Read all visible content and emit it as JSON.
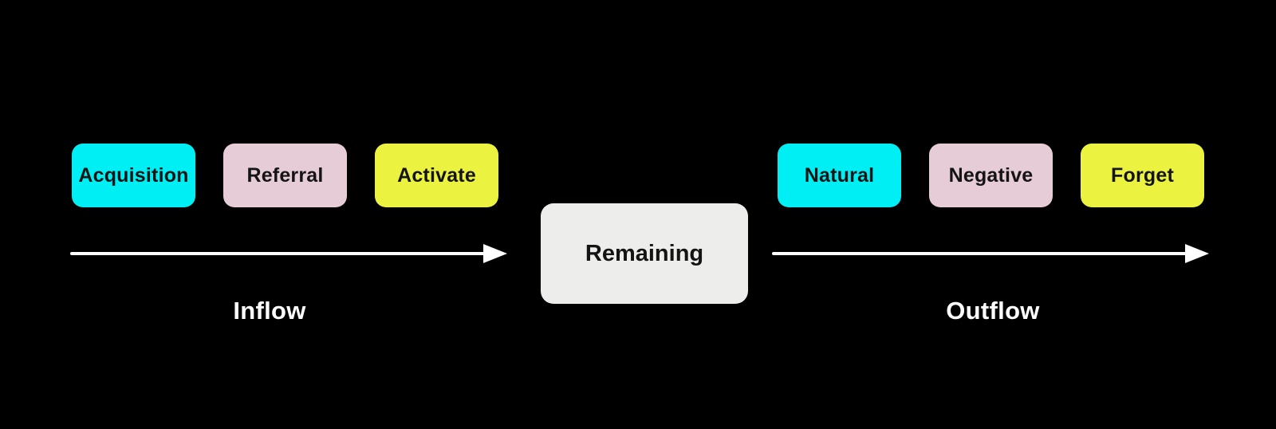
{
  "diagram": {
    "background_color": "#000000",
    "arrow_color": "#ffffff",
    "section_label_color": "#ffffff",
    "box_text_color": "#141414",
    "inflow": {
      "label": "Inflow",
      "boxes": [
        {
          "label": "Acquisition",
          "color": "#00eff5"
        },
        {
          "label": "Referral",
          "color": "#e6ccd6"
        },
        {
          "label": "Activate",
          "color": "#ebf23f"
        }
      ]
    },
    "center": {
      "label": "Remaining",
      "color": "#ededeb"
    },
    "outflow": {
      "label": "Outflow",
      "boxes": [
        {
          "label": "Natural",
          "color": "#00eff5"
        },
        {
          "label": "Negative",
          "color": "#e6ccd6"
        },
        {
          "label": "Forget",
          "color": "#ebf23f"
        }
      ]
    }
  }
}
